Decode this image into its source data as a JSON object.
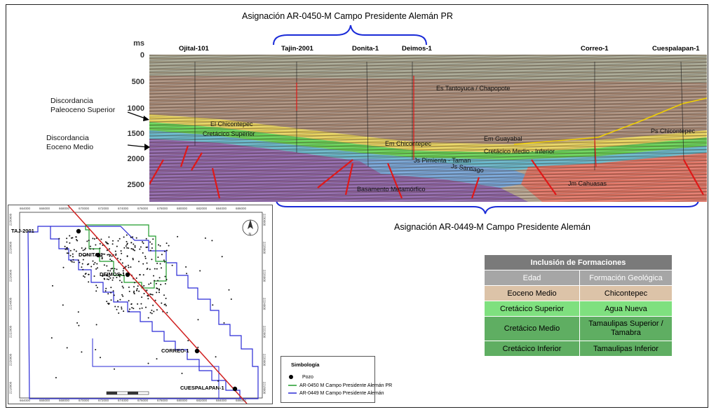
{
  "titles": {
    "top": "Asignación AR-0450-M Campo Presidente Alemán PR",
    "bottom": "Asignación AR-0449-M Campo Presidente Alemán"
  },
  "section": {
    "unit": "ms",
    "ticks": [
      "0",
      "500",
      "1000",
      "1500",
      "2000",
      "2500"
    ],
    "wells": [
      "Ojital-101",
      "Tajin-2001",
      "Donita-1",
      "Deimos-1",
      "Correo-1",
      "Cuespalapan-1"
    ],
    "annotations": {
      "disc1_line1": "Discordancia",
      "disc1_line2": "Paleoceno Superior",
      "disc2_line1": "Discordancia",
      "disc2_line2": "Eoceno Medio"
    },
    "formations": {
      "tantoyuca": "Es Tantoyuca / Chapopote",
      "el_chicontepec": "El Chicontepec",
      "cretacico_superior": "Cretácico Superior",
      "em_chicontepec": "Em Chicontepec",
      "em_guayabal": "Em Guayabal",
      "cretacico_medio_inferior": "Cretácico Medio - Inferior",
      "js_pimienta": "Js Pimienta - Taman",
      "js_santiago": "Js Santiago",
      "basamento": "Basamento Metamórfico",
      "jm_cahuasas": "Jm Cahuasas",
      "ps_chicontepec": "Ps Chicontepec"
    }
  },
  "map": {
    "wells": [
      "TAJ-2001",
      "DONITA-1",
      "DEIMOS-1",
      "CORREO-1",
      "CUESPALAPAN-1"
    ],
    "x_coords": [
      "664000",
      "666000",
      "668000",
      "670000",
      "672000",
      "674000",
      "676000",
      "678000",
      "680000",
      "682000",
      "684000",
      "686000"
    ],
    "y_coords": [
      "2230000",
      "2228000",
      "2226000",
      "2224000",
      "2222000",
      "2220000",
      "2218000"
    ],
    "legend": {
      "title": "Simbología",
      "items": [
        "Pozo",
        "AR-0450 M Campo Presidente Alemán PR",
        "AR-0449 M Campo Presidente Alemán"
      ]
    },
    "colors": {
      "pr": "#1f9b2a",
      "alem": "#2a2ad6",
      "section_line": "#d02020"
    }
  },
  "table": {
    "title": "Inclusión de Formaciones",
    "headers": [
      "Edad",
      "Formación Geológica"
    ],
    "rows": [
      {
        "age": "Eoceno Medio",
        "formation": "Chicontepec",
        "color": "#dcc3a8"
      },
      {
        "age": "Cretácico Superior",
        "formation": "Agua Nueva",
        "color": "#7fe07f"
      },
      {
        "age": "Cretácico Medio",
        "formation": "Tamaulipas Superior / Tamabra",
        "color": "#5fae62"
      },
      {
        "age": "Cretácico Inferior",
        "formation": "Tamaulipas Inferior",
        "color": "#5fae62"
      }
    ]
  }
}
